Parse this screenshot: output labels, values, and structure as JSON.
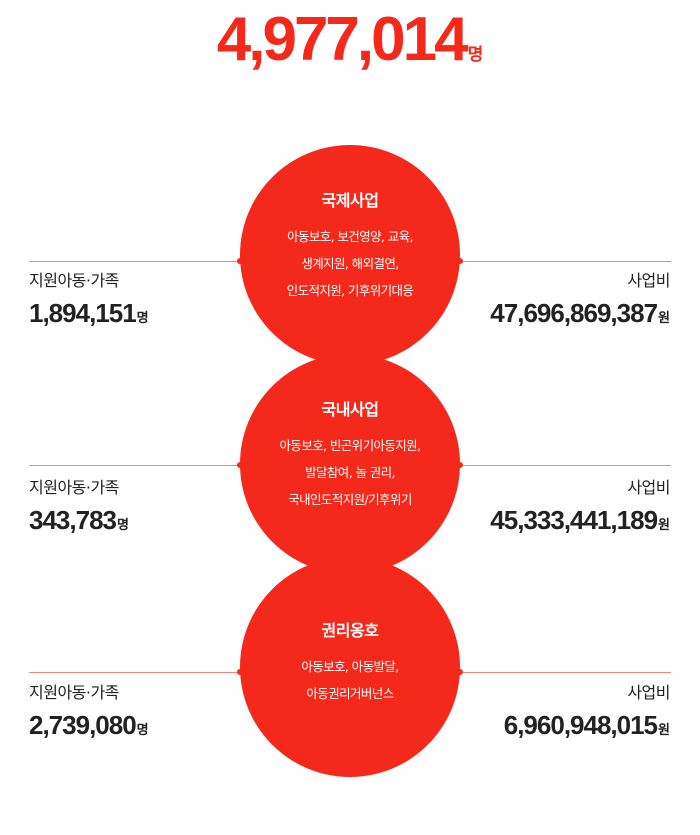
{
  "total": {
    "value": "4,977,014",
    "unit": "명"
  },
  "sections": [
    {
      "title": "국제사업",
      "description": "아동보호, 보건영양, 교육,\n생계지원, 해외결연,\n인도적지원, 기후위기대응",
      "children_label": "지원아동·가족",
      "children_value": "1,894,151",
      "children_unit": "명",
      "budget_label": "사업비",
      "budget_value": "47,696,869,387",
      "budget_unit": "원"
    },
    {
      "title": "국내사업",
      "description": "아동보호, 빈곤위기아동지원,\n발달참여, 놀 권리,\n국내인도적지원/기후위기",
      "children_label": "지원아동·가족",
      "children_value": "343,783",
      "children_unit": "명",
      "budget_label": "사업비",
      "budget_value": "45,333,441,189",
      "budget_unit": "원"
    },
    {
      "title": "권리옹호",
      "description": "아동보호, 아동발달,\n아동권리거버넌스",
      "children_label": "지원아동·가족",
      "children_value": "2,739,080",
      "children_unit": "명",
      "budget_label": "사업비",
      "budget_value": "6,960,948,015",
      "budget_unit": "원"
    }
  ],
  "colors": {
    "accent": "#f4291b",
    "line": "#f0857e",
    "text": "#222222"
  }
}
